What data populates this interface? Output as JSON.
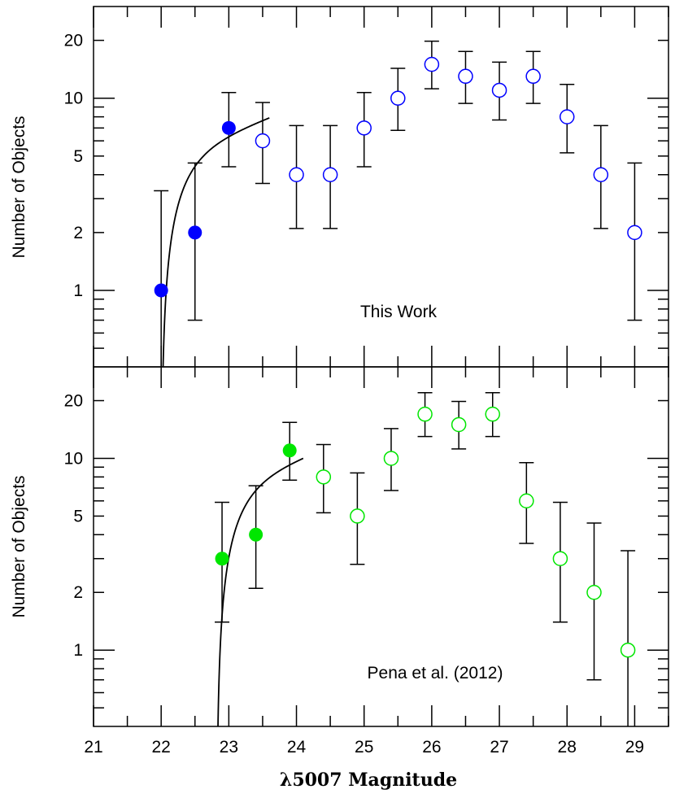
{
  "chart_data": {
    "xlabel": "λ5007 Magnitude",
    "xlim": [
      21,
      29.5
    ],
    "x_ticks": [
      21,
      22,
      23,
      24,
      25,
      26,
      27,
      28,
      29
    ],
    "panels": [
      {
        "type": "scatter",
        "ylabel": "Number of Objects",
        "yscale": "log",
        "ylim": [
          0.4,
          30
        ],
        "y_tick_labels": [
          1,
          2,
          5,
          10,
          20
        ],
        "annotation": "This Work",
        "color": "#0000ff",
        "series": [
          {
            "style": "filled",
            "x": [
              22.0,
              22.5,
              23.0
            ],
            "y": [
              1,
              2,
              7
            ],
            "err_low": [
              0,
              0.7,
              4.4
            ],
            "err_high": [
              3.3,
              4.6,
              10.7
            ]
          },
          {
            "style": "open",
            "x": [
              23.5,
              24.0,
              24.5,
              25.0,
              25.5,
              26.0,
              26.5,
              27.0,
              27.5,
              28.0,
              28.5,
              29.0
            ],
            "y": [
              6,
              4,
              4,
              7,
              10,
              15,
              13,
              11,
              13,
              8,
              4,
              2
            ],
            "err_low": [
              3.6,
              2.1,
              2.1,
              4.4,
              6.8,
              11.2,
              9.4,
              7.7,
              9.4,
              5.2,
              2.1,
              0.7
            ],
            "err_high": [
              9.5,
              7.2,
              7.2,
              10.7,
              14.3,
              19.8,
              17.5,
              15.4,
              17.5,
              11.8,
              7.2,
              4.6
            ]
          }
        ],
        "fit_curve": {
          "cutoff": 22.0,
          "x_end": 23.6,
          "y_end": 7.9
        }
      },
      {
        "type": "scatter",
        "ylabel": "Number of Objects",
        "yscale": "log",
        "ylim": [
          0.4,
          30
        ],
        "y_tick_labels": [
          1,
          2,
          5,
          10,
          20
        ],
        "annotation": "Pena et al. (2012)",
        "color": "#00e600",
        "series": [
          {
            "style": "filled",
            "x": [
              22.9,
              23.4,
              23.9
            ],
            "y": [
              3,
              4,
              11
            ],
            "err_low": [
              1.4,
              2.1,
              7.7
            ],
            "err_high": [
              5.9,
              7.2,
              15.4
            ]
          },
          {
            "style": "open",
            "x": [
              24.4,
              24.9,
              25.4,
              25.9,
              26.4,
              26.9,
              27.4,
              27.9,
              28.4,
              28.9
            ],
            "y": [
              8,
              5,
              10,
              17,
              15,
              17,
              6,
              3,
              2,
              1
            ],
            "err_low": [
              5.2,
              2.8,
              6.8,
              13.0,
              11.2,
              13.0,
              3.6,
              1.4,
              0.7,
              0
            ],
            "err_high": [
              11.8,
              8.4,
              14.3,
              22.0,
              19.8,
              22.0,
              9.5,
              5.9,
              4.6,
              3.3
            ]
          }
        ],
        "fit_curve": {
          "cutoff": 22.82,
          "x_end": 24.1,
          "y_end": 10
        }
      }
    ]
  }
}
